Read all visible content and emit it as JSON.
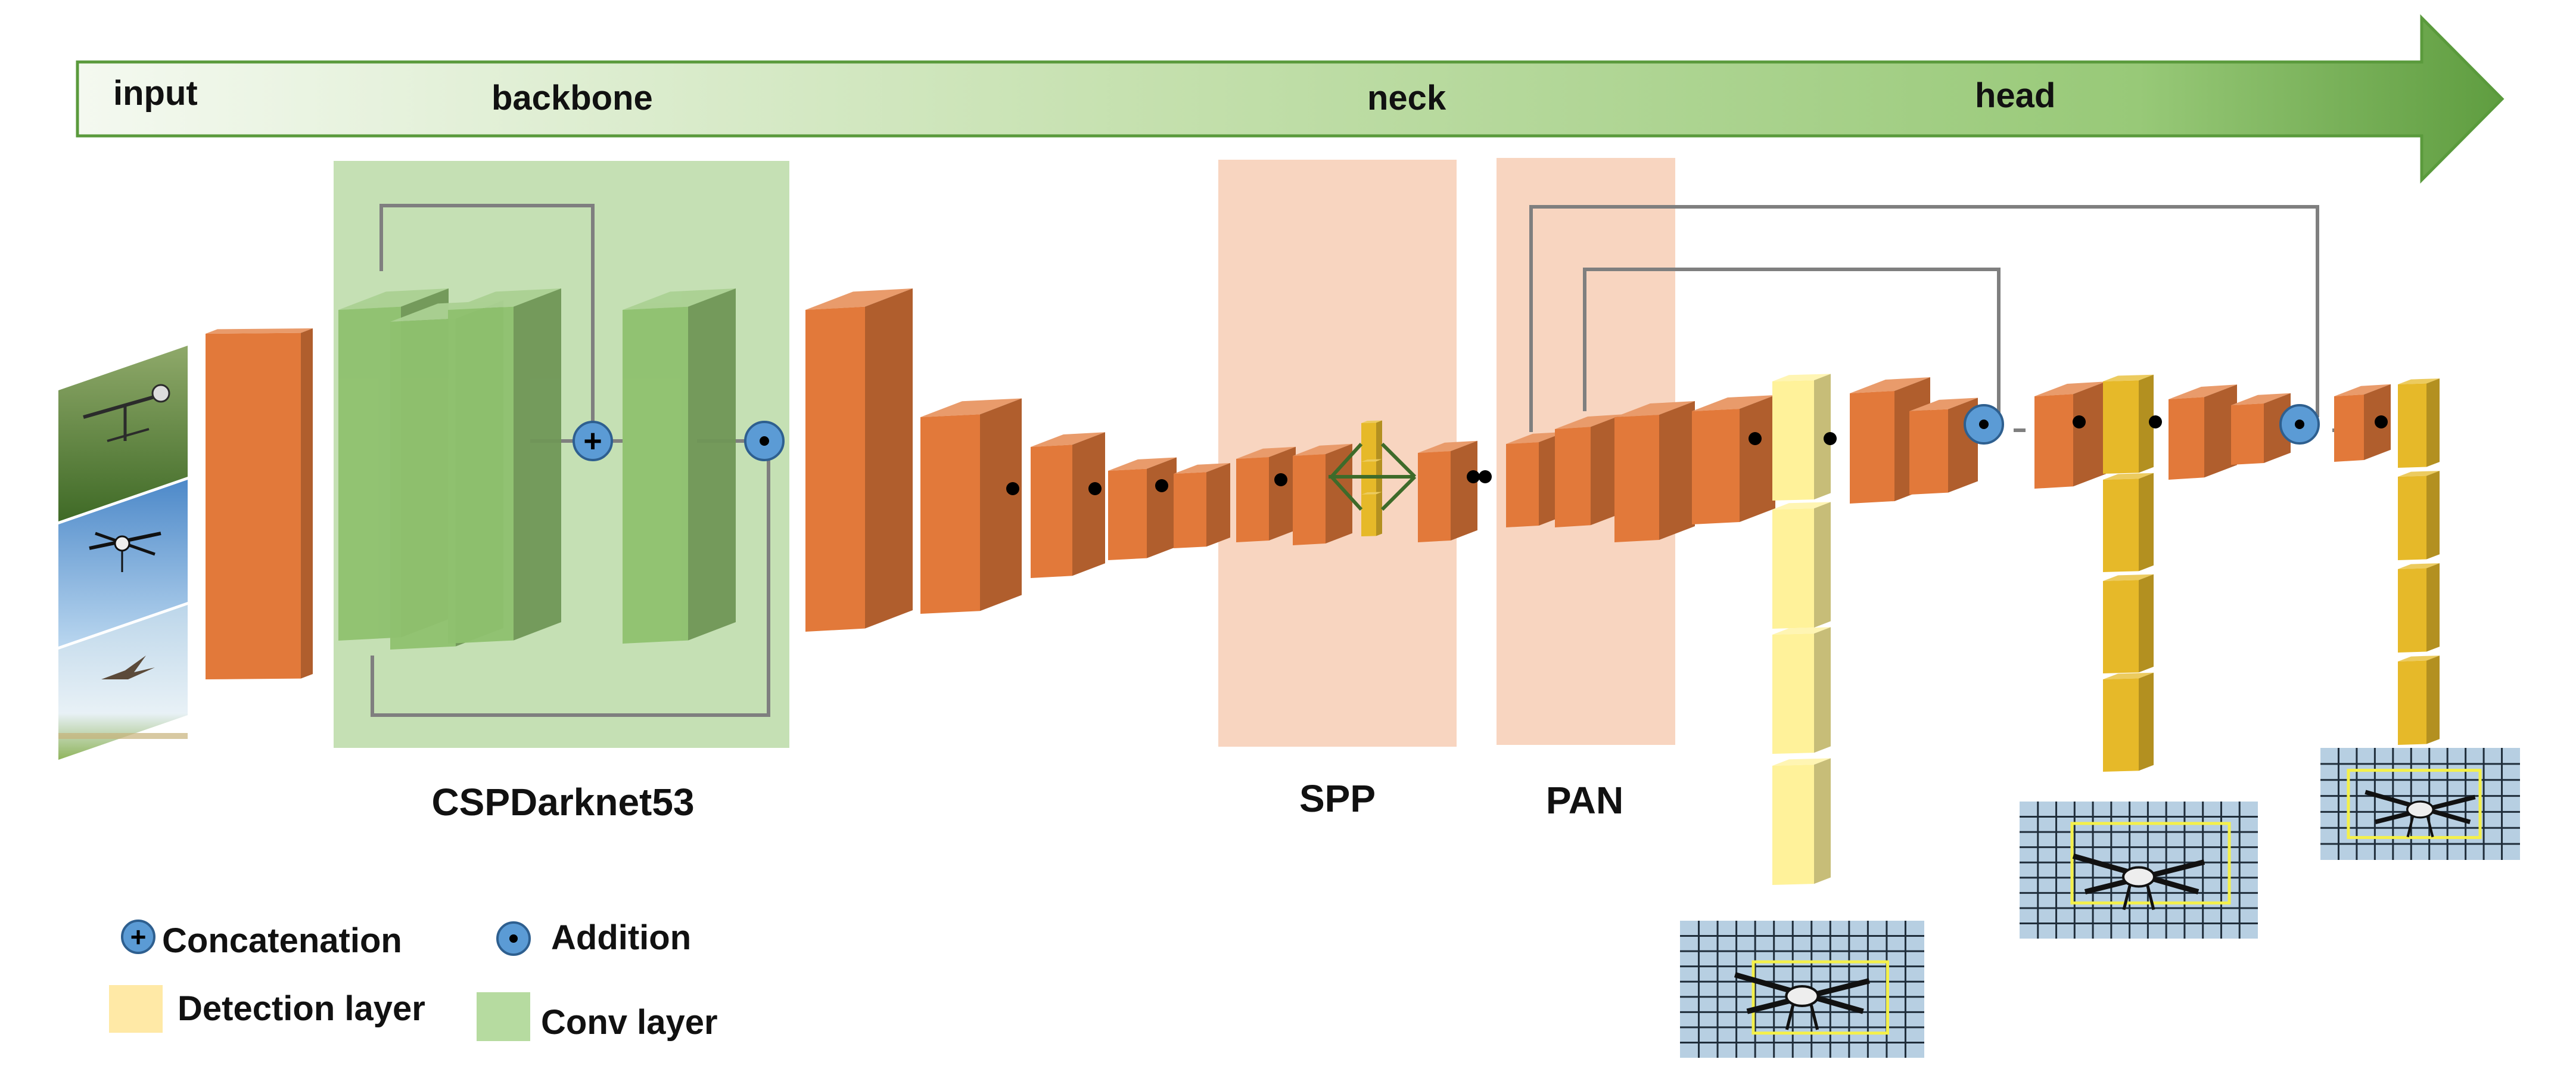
{
  "stages": {
    "input": "input",
    "backbone": "backbone",
    "neck": "neck",
    "head": "head"
  },
  "blocks": {
    "backbone_name": "CSPDarknet53",
    "spp": "SPP",
    "pan": "PAN"
  },
  "operators": {
    "concat_symbol": "+",
    "add_symbol": "•"
  },
  "legend": {
    "concatenation": "Concatenation",
    "addition": "Addition",
    "detection_layer": "Detection layer",
    "conv_layer": "Conv layer"
  },
  "colors": {
    "arrow_dark": "#5a9a3c",
    "arrow_light": "#f3f8ef",
    "conv_green": "#8fc16f",
    "conv_green_panel": "#c5e0b4",
    "orange_layer": "#e2793a",
    "orange_panel": "#f8d5c0",
    "detection_yellow": "#fff29a",
    "detection_gold": "#e6b929",
    "op_blue": "#5b9bd5"
  },
  "icons": {
    "concatenation": "circle-plus-icon",
    "addition": "circle-dot-icon"
  }
}
